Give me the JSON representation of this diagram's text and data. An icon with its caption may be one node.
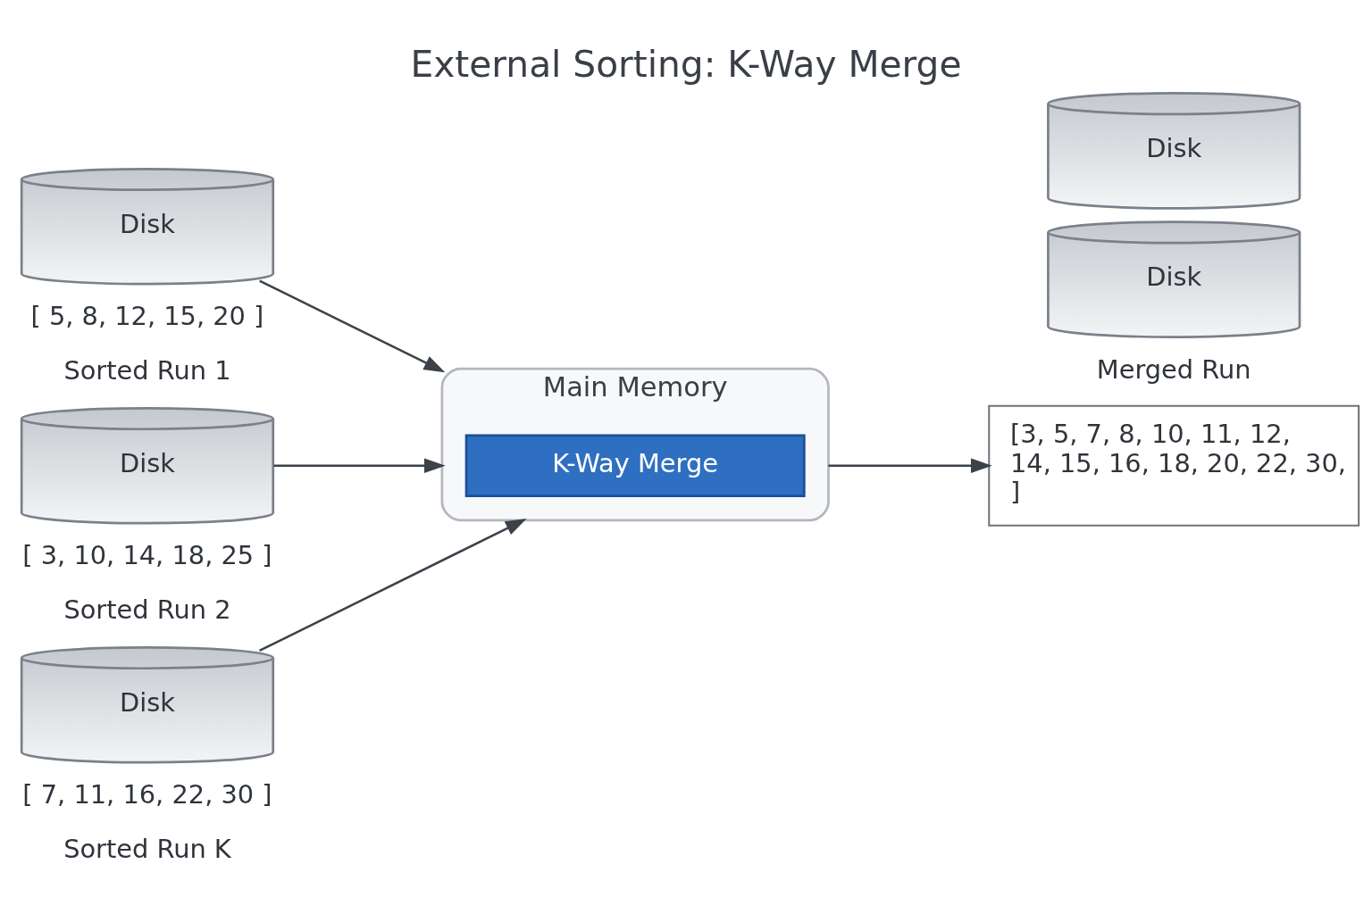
{
  "diagram": {
    "title": "External Sorting: K-Way Merge",
    "nodes": [
      {
        "text": [
          "Disk"
        ],
        "beside": [
          "[ 5, 8, 12, 15, 20 ]",
          "Sorted Run 1"
        ]
      },
      {
        "text": [
          "Disk"
        ],
        "beside": [
          "[ 3, 10, 14, 18, 25 ]",
          "Sorted Run 2"
        ]
      },
      {
        "text": [
          "Disk"
        ],
        "beside": [
          "[ 7, 11, 16, 22, 30 ]",
          "Sorted Run K"
        ]
      },
      {
        "text": [
          "Main Memory"
        ]
      },
      {
        "text": [
          "K-Way Merge"
        ],
        "in": 3
      },
      {
        "text": [
          "Disk"
        ]
      },
      {
        "text": [
          "Disk"
        ],
        "beside": [
          "Merged Run"
        ]
      },
      {
        "text": [
          "[3, 5, 7, 8, 10, 11, 12, 14, 15, 16, 18, 20, 22, 30, ]"
        ]
      }
    ],
    "edges": [
      {
        "from": 0,
        "to": 3,
        "arrow": "to"
      },
      {
        "from": 1,
        "to": 3,
        "arrow": "to"
      },
      {
        "from": 2,
        "to": 3,
        "arrow": "to"
      },
      {
        "from": 3,
        "to": 7,
        "arrow": "to"
      }
    ]
  }
}
